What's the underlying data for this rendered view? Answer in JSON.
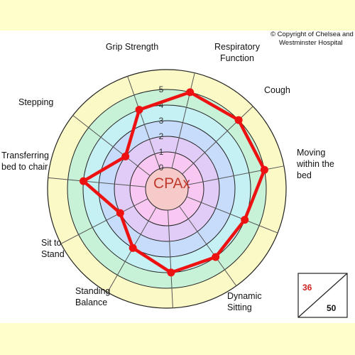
{
  "copyright": [
    "© Copyright of Chelsea and",
    "Westminster Hospital"
  ],
  "score": {
    "value": "36",
    "total": "50",
    "value_color": "#cc2222",
    "total_color": "#111111"
  },
  "colors": {
    "band_top": "#ffffcc",
    "outer_ring": "#fbf9c6",
    "rings": [
      "#f7caca",
      "#f9c8f2",
      "#e0ccf6",
      "#c6dcfa",
      "#c5f0f4",
      "#c7f2d8"
    ],
    "series": "#ee1111",
    "spokes": "#555555"
  },
  "chart_data": {
    "type": "radar",
    "center_label": "CPAx",
    "range": [
      0,
      5
    ],
    "ticks": [
      "0",
      "1",
      "2",
      "3",
      "4",
      "5"
    ],
    "axes": [
      {
        "label_lines": [
          "Respiratory",
          "Function"
        ],
        "value": 5
      },
      {
        "label_lines": [
          "Cough"
        ],
        "value": 5
      },
      {
        "label_lines": [
          "Moving",
          "within the",
          "bed"
        ],
        "value": 5
      },
      {
        "label_lines": [
          "Dynamic",
          "Sitting"
        ],
        "value": 4
      },
      {
        "label_lines": [
          "Dynamic",
          "Sitting"
        ],
        "value": 4
      },
      {
        "label_lines": [],
        "value": 4
      },
      {
        "label_lines": [
          "Standing",
          "Balance"
        ],
        "value": 3
      },
      {
        "label_lines": [
          "Sit to",
          "Stand"
        ],
        "value": 2
      },
      {
        "label_lines": [
          "Transferring",
          "bed to chair"
        ],
        "value": 4
      },
      {
        "label_lines": [
          "Stepping"
        ],
        "value": 2
      },
      {
        "label_lines": [
          "Grip Strength"
        ],
        "value": 4
      }
    ],
    "grid": true,
    "legend": "none"
  }
}
